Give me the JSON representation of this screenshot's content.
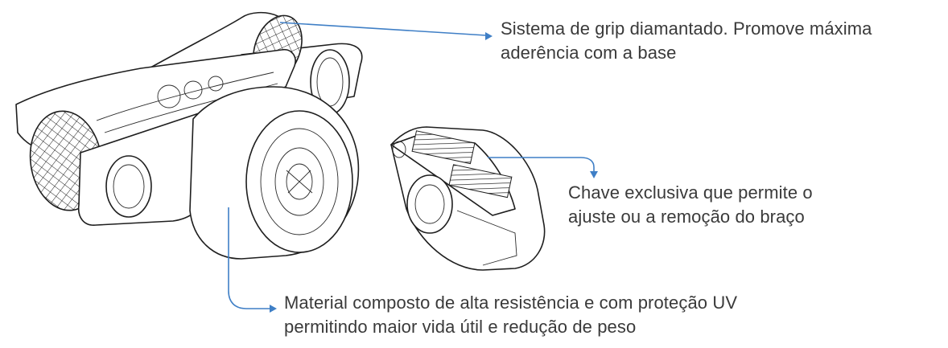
{
  "callouts": {
    "grip": {
      "line1": "Sistema de grip diamantado. Promove máxima",
      "line2": "aderência com a base"
    },
    "key": {
      "line1": "Chave exclusiva que permite o",
      "line2": "ajuste ou a remoção do braço"
    },
    "material": {
      "line1": "Material composto de alta resistência e com proteção UV",
      "line2": "permitindo maior vida útil e redução de peso"
    }
  },
  "colors": {
    "leader_line": "#3f7fc6",
    "text": "#3a3a3a",
    "outline": "#1e1e1e"
  }
}
